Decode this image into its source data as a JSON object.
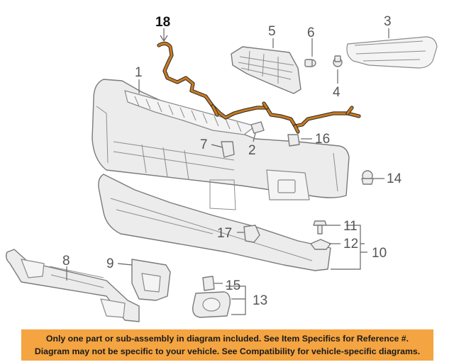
{
  "callouts": {
    "c1": "1",
    "c2": "2",
    "c3": "3",
    "c4": "4",
    "c5": "5",
    "c6": "6",
    "c7": "7",
    "c8": "8",
    "c9": "9",
    "c10": "10",
    "c11": "11",
    "c12": "12",
    "c13": "13",
    "c14": "14",
    "c15": "15",
    "c16": "16",
    "c17": "17",
    "c18": "18"
  },
  "disclaimer": {
    "line1": "Only one part or sub-assembly in diagram included. See Item Specifics for Reference #.",
    "line2": "Diagram may not be specific to your vehicle. See Compatibility for vehicle-specific diagrams."
  },
  "colors": {
    "harness": "#c87a1f",
    "banner": "#f4a440"
  }
}
